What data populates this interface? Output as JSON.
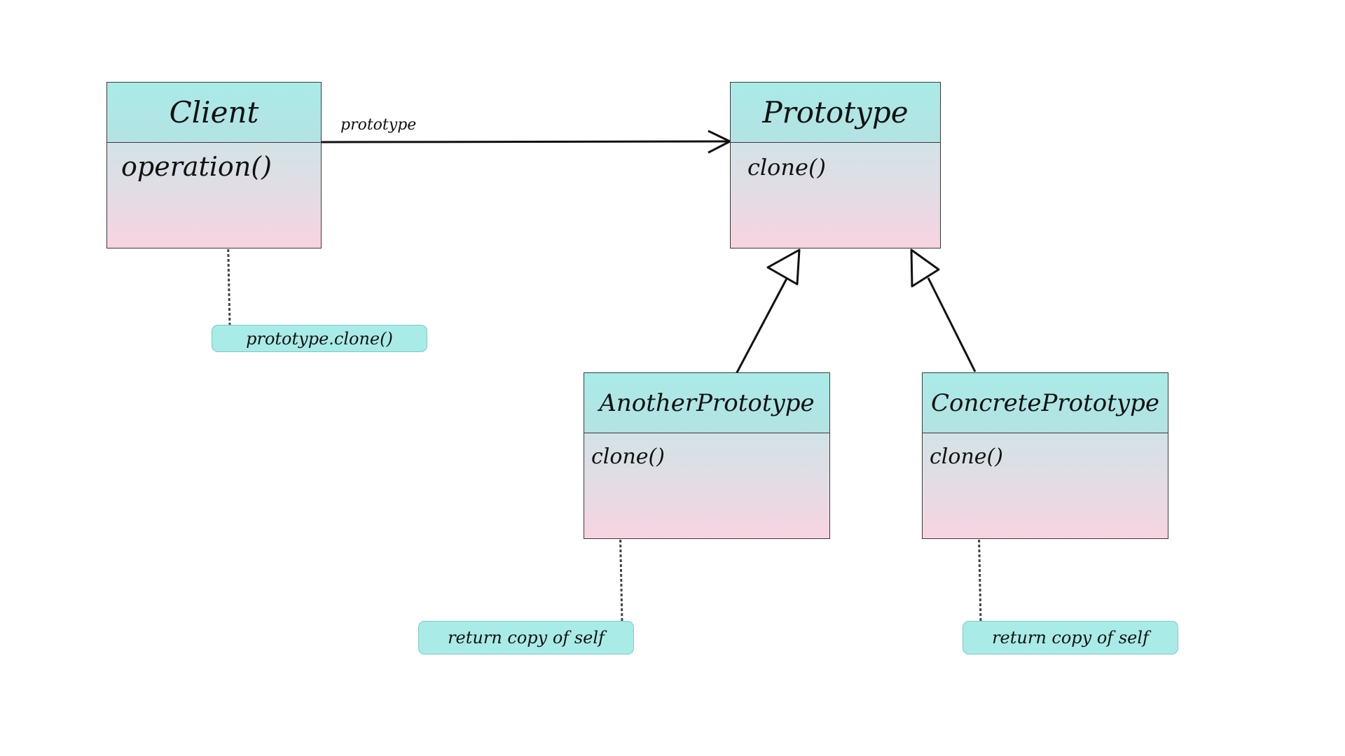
{
  "classes": {
    "client": {
      "name": "Client",
      "method": "operation()"
    },
    "prototype": {
      "name": "Prototype",
      "method": "clone()"
    },
    "another_prototype": {
      "name": "AnotherPrototype",
      "method": "clone()"
    },
    "concrete_prototype": {
      "name": "ConcretePrototype",
      "method": "clone()"
    }
  },
  "association": {
    "label": "prototype"
  },
  "notes": {
    "client_note": "prototype.clone()",
    "another_note": "return copy of self",
    "concrete_note": "return copy of self"
  },
  "colors": {
    "header_fill": "#a9ebe7",
    "body_fill_top": "#d2e3e6",
    "body_fill_bottom": "#f8d3e2",
    "note_fill": "#a9ebe7",
    "line": "#111111"
  }
}
